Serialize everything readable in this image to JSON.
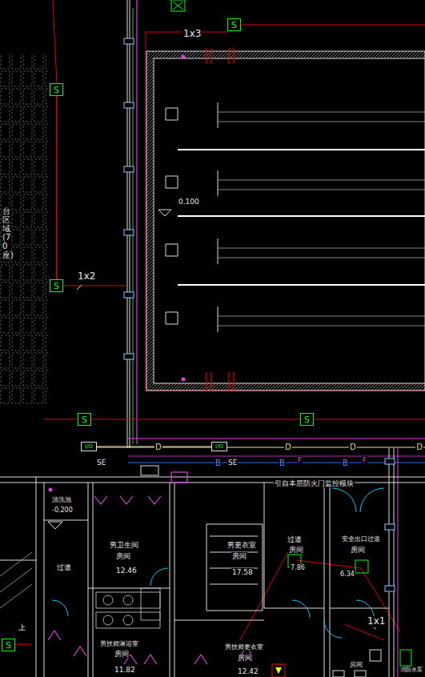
{
  "diagram": {
    "nodes": [
      {
        "text": [
          "S"
        ]
      },
      {
        "text": [
          "S"
        ]
      },
      {
        "text": [
          "S"
        ]
      },
      {
        "text": [
          "S"
        ]
      },
      {
        "text": [
          "S"
        ]
      },
      {
        "text": [
          "S"
        ]
      },
      {
        "text": [
          "I/O"
        ]
      },
      {
        "text": [
          "I/O"
        ]
      }
    ],
    "edges": [
      {
        "from": 1,
        "to": 2,
        "arrow": "none"
      },
      {
        "from": 3,
        "to": 4,
        "arrow": "none"
      },
      {
        "from": 6,
        "to": 7,
        "arrow": "none"
      }
    ],
    "labels": [
      "1x3",
      "1x2",
      "0.100",
      "台区域(70座)",
      "SE",
      "SE",
      "D",
      "D",
      "D",
      "D",
      "B",
      "B",
      "B",
      "F",
      "F",
      "引自本层防火门监控模块",
      "清洗池",
      "-0.200",
      "过道",
      "男卫生间",
      "房间",
      "12.46",
      "男更衣室",
      "房间",
      "17.58",
      "过道",
      "房间",
      "7.86",
      "安全出口过道",
      "房间",
      "6.34",
      "男技师淋浴室",
      "房间",
      "11.82",
      "男技师更衣室",
      "房间",
      "12.42",
      "上",
      "1x1",
      "消防水泵",
      "房间"
    ]
  }
}
